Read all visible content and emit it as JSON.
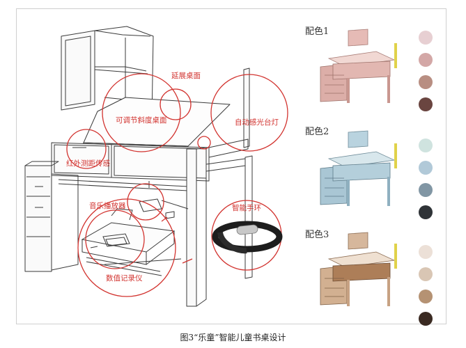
{
  "callouts": {
    "extend_desktop": "延展桌面",
    "adjustable_tilt": "可调节斜度桌面",
    "auto_lamp": "自动感光台灯",
    "infrared_sensor": "红外测距传感",
    "music_player": "音乐播放器",
    "smart_band": "智能手环",
    "data_recorder": "数值记录仪"
  },
  "schemes": [
    {
      "label": "配色1",
      "swatches": [
        "#e7cfd2",
        "#d3a7a6",
        "#b88e82",
        "#6a4540"
      ]
    },
    {
      "label": "配色2",
      "swatches": [
        "#cfe3df",
        "#b1c9d8",
        "#8196a4",
        "#2f3337"
      ]
    },
    {
      "label": "配色3",
      "swatches": [
        "#ece0d7",
        "#d9c6b4",
        "#b59273",
        "#3a2a22"
      ]
    }
  ],
  "caption": "图3“乐童”智能儿童书桌设计",
  "colors": {
    "callout": "#d2332f",
    "line": "#3a3a3a"
  }
}
